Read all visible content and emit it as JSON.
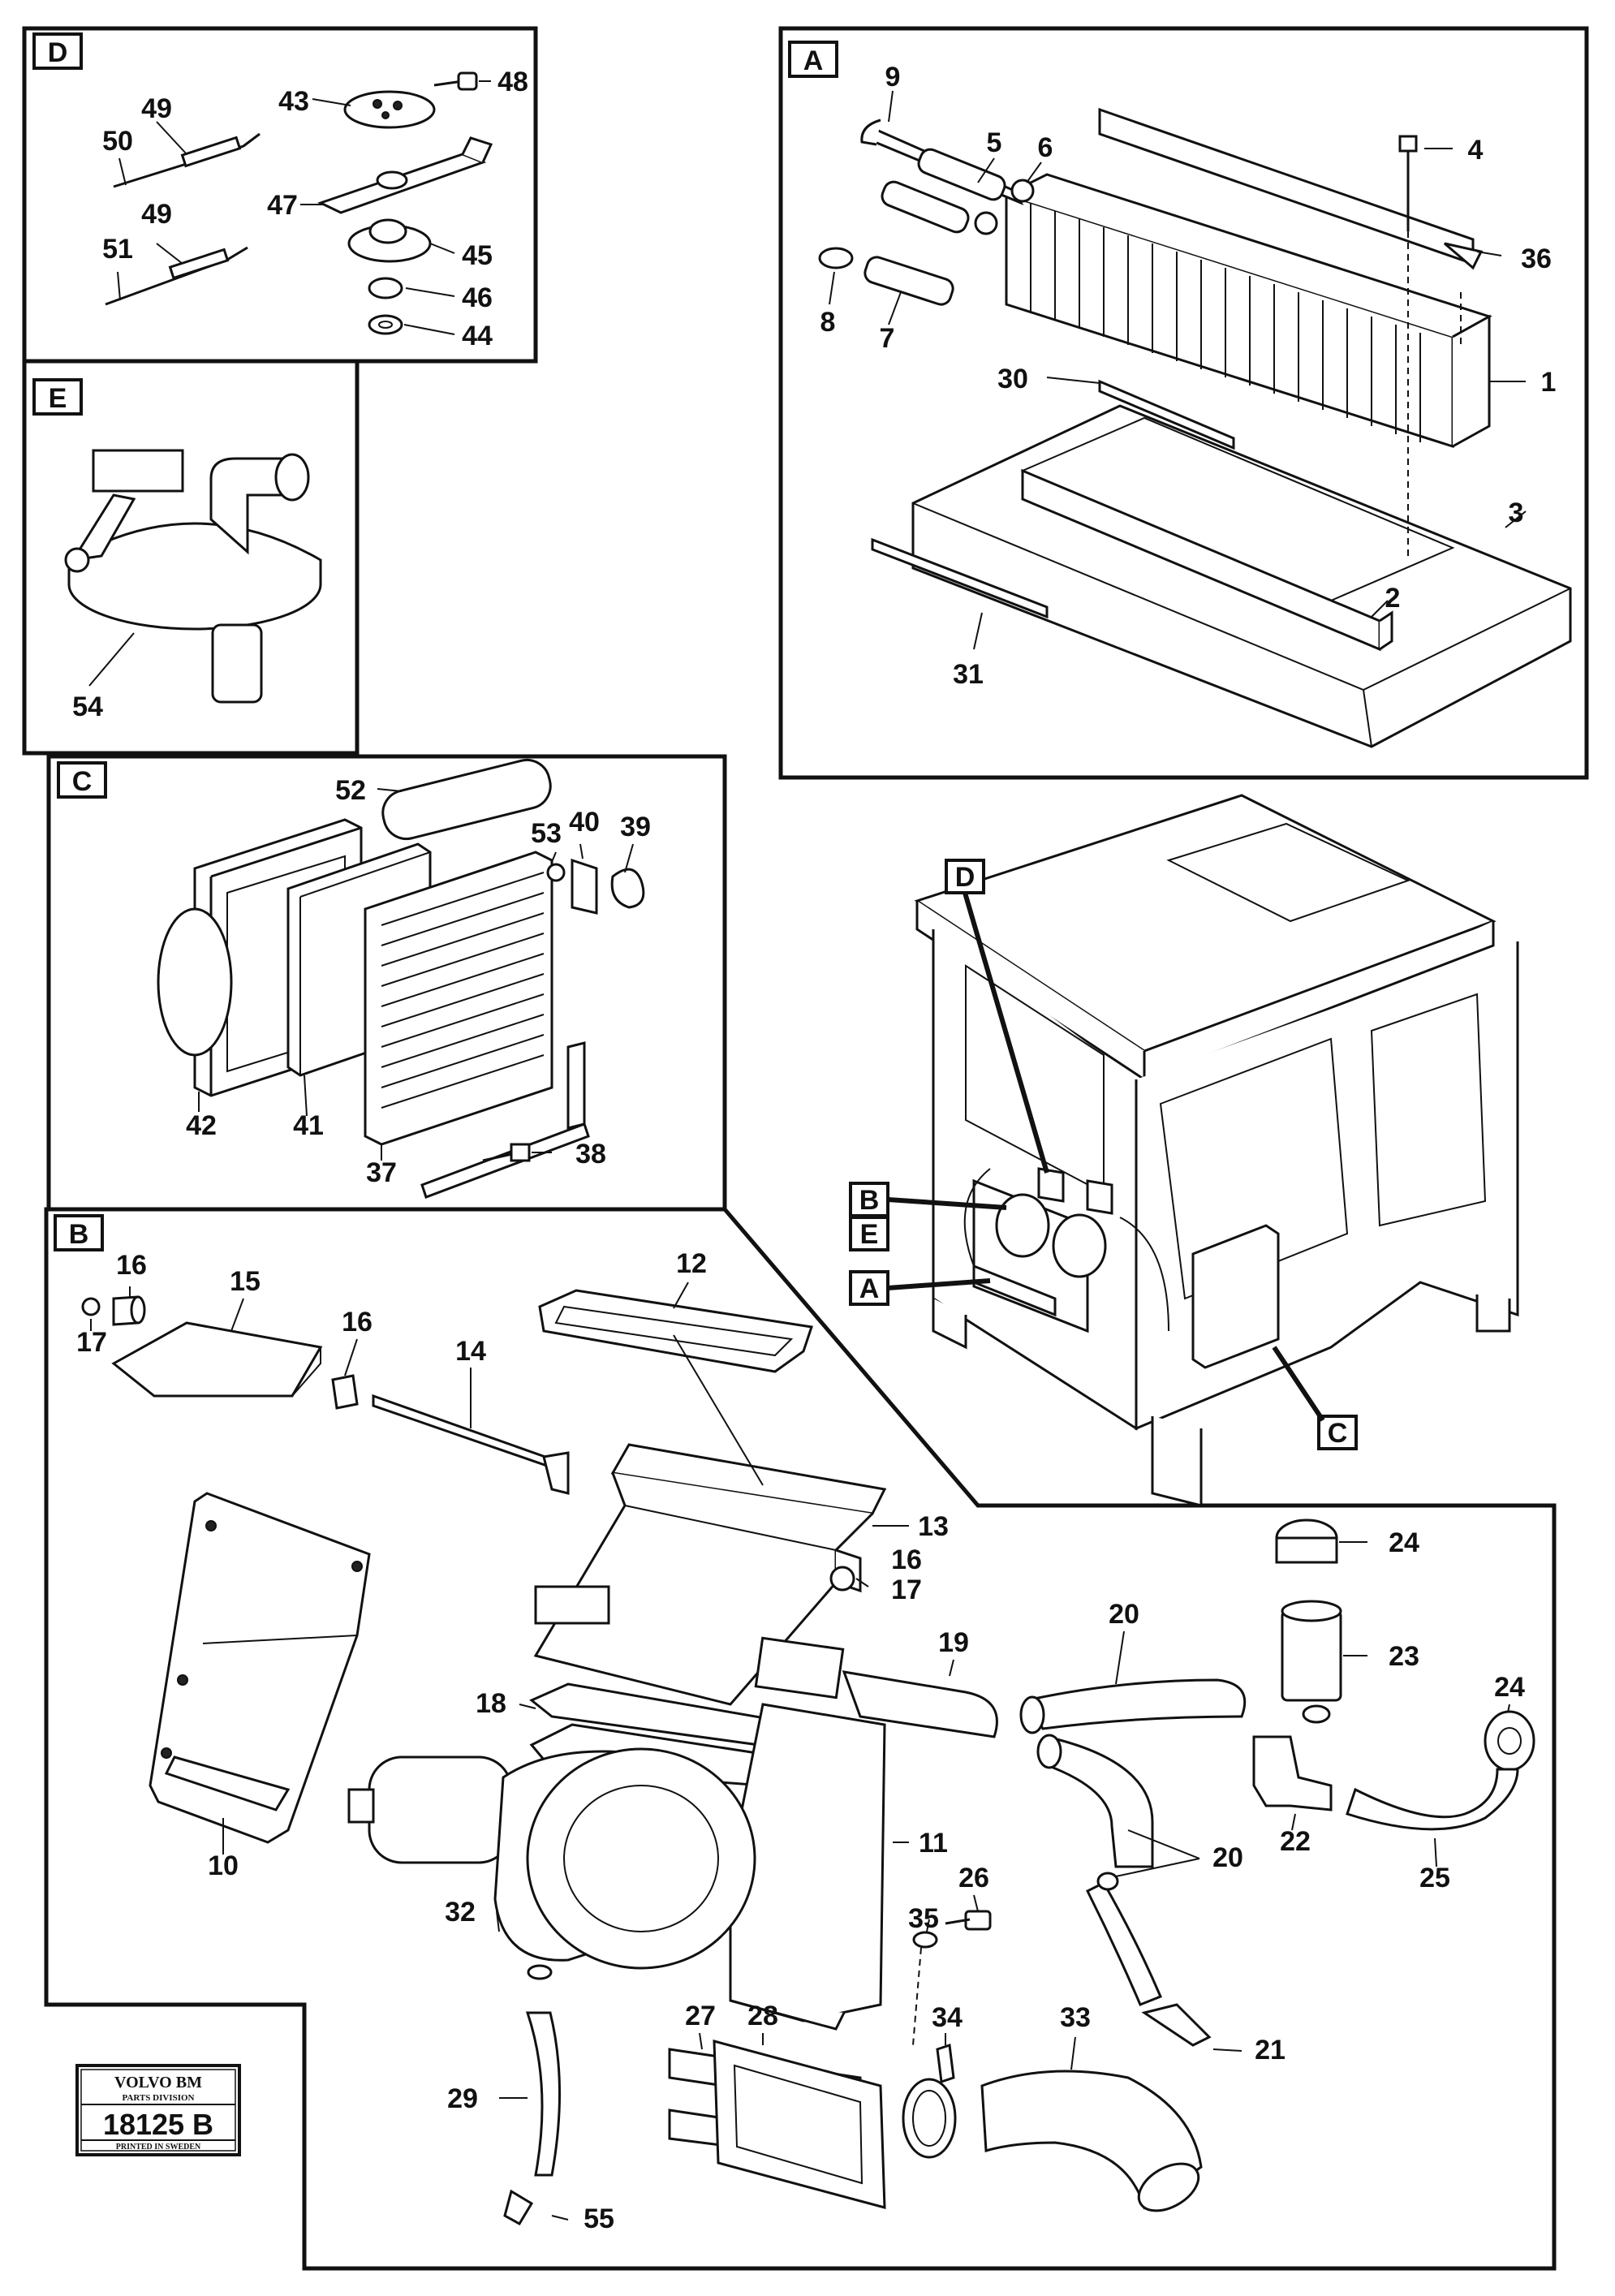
{
  "sections": {
    "A": "A",
    "B": "B",
    "C": "C",
    "D": "D",
    "E": "E"
  },
  "callouts": {
    "D": "D",
    "B": "B",
    "E": "E",
    "A": "A",
    "C": "C"
  },
  "labels": {
    "p1": "1",
    "p2": "2",
    "p3": "3",
    "p4": "4",
    "p5": "5",
    "p6": "6",
    "p7": "7",
    "p8": "8",
    "p9": "9",
    "p10": "10",
    "p11": "11",
    "p12": "12",
    "p13": "13",
    "p14": "14",
    "p15": "15",
    "p16a": "16",
    "p16b": "16",
    "p16c": "16",
    "p17a": "17",
    "p17b": "17",
    "p18": "18",
    "p19": "19",
    "p20a": "20",
    "p20b": "20",
    "p21": "21",
    "p22": "22",
    "p23": "23",
    "p24a": "24",
    "p24b": "24",
    "p25": "25",
    "p26": "26",
    "p27": "27",
    "p28": "28",
    "p29": "29",
    "p30": "30",
    "p31": "31",
    "p32": "32",
    "p33": "33",
    "p34": "34",
    "p35": "35",
    "p36": "36",
    "p37": "37",
    "p38": "38",
    "p39": "39",
    "p40": "40",
    "p41": "41",
    "p42": "42",
    "p43": "43",
    "p44": "44",
    "p45": "45",
    "p46": "46",
    "p47": "47",
    "p48": "48",
    "p49a": "49",
    "p49b": "49",
    "p50": "50",
    "p51": "51",
    "p52": "52",
    "p53": "53",
    "p54": "54",
    "p55": "55"
  },
  "stamp": {
    "brand": "VOLVO BM",
    "division": "PARTS DIVISION",
    "number": "18125 B",
    "printed": "PRINTED IN SWEDEN"
  }
}
